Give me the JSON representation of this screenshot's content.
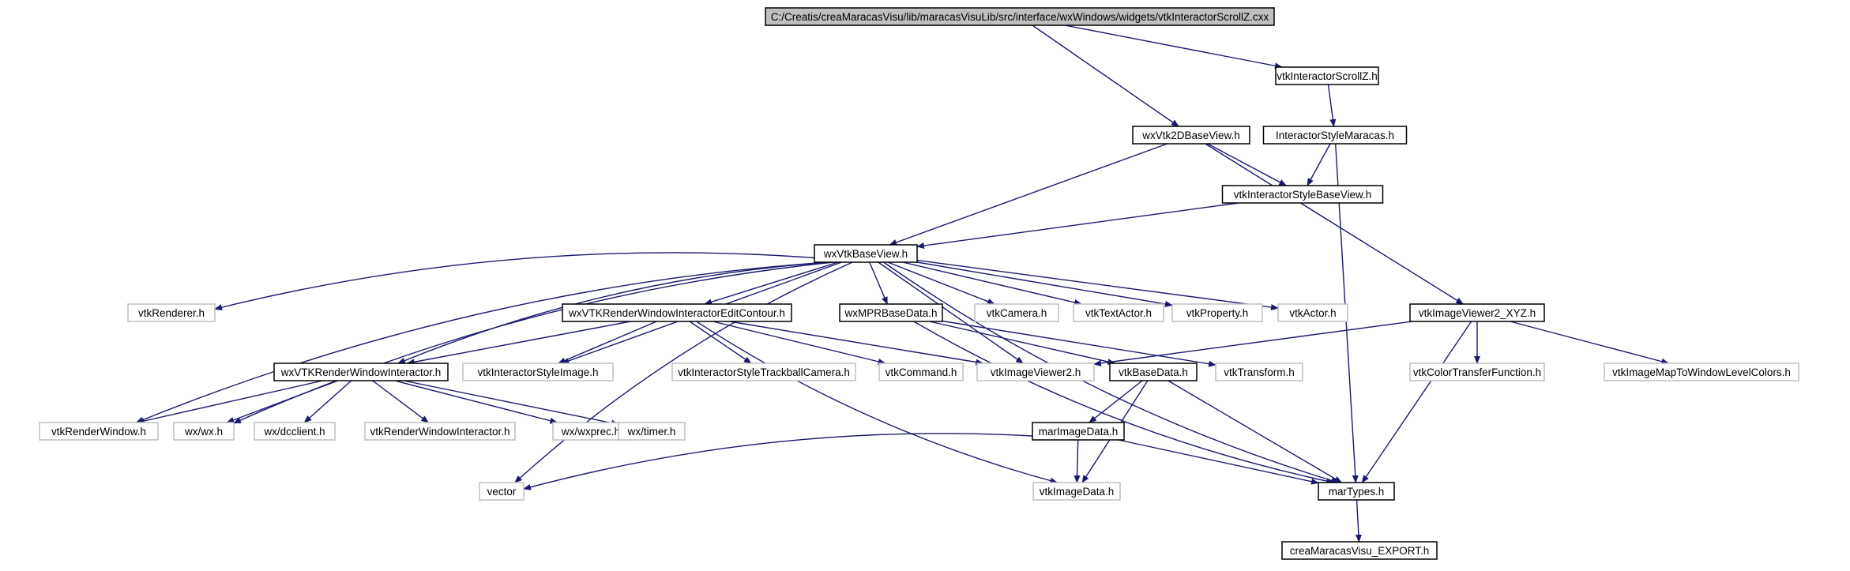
{
  "graph": {
    "edge_color": "#191970",
    "nodes": [
      {
        "id": "root",
        "label": "C:/Creatis/creaMaracasVisu/lib/maracasVisuLib/src/interface/wxWindows/widgets/vtkInteractorScrollZ.cxx",
        "kind": "root"
      },
      {
        "id": "scrollz",
        "label": "vtkInteractorScrollZ.h",
        "kind": "file"
      },
      {
        "id": "wxvtk2d",
        "label": "wxVtk2DBaseView.h",
        "kind": "file"
      },
      {
        "id": "ismaracas",
        "label": "InteractorStyleMaracas.h",
        "kind": "file"
      },
      {
        "id": "isbase",
        "label": "vtkInteractorStyleBaseView.h",
        "kind": "file"
      },
      {
        "id": "wxvtkbase",
        "label": "wxVtkBaseView.h",
        "kind": "file"
      },
      {
        "id": "renderer",
        "label": "vtkRenderer.h",
        "kind": "missing"
      },
      {
        "id": "editcontour",
        "label": "wxVTKRenderWindowInteractorEditContour.h",
        "kind": "file"
      },
      {
        "id": "mprbase",
        "label": "wxMPRBaseData.h",
        "kind": "file"
      },
      {
        "id": "camera",
        "label": "vtkCamera.h",
        "kind": "missing"
      },
      {
        "id": "textactor",
        "label": "vtkTextActor.h",
        "kind": "missing"
      },
      {
        "id": "property",
        "label": "vtkProperty.h",
        "kind": "missing"
      },
      {
        "id": "actor",
        "label": "vtkActor.h",
        "kind": "missing"
      },
      {
        "id": "viewerxyz",
        "label": "vtkImageViewer2_XYZ.h",
        "kind": "file"
      },
      {
        "id": "rwinteractor",
        "label": "wxVTKRenderWindowInteractor.h",
        "kind": "file"
      },
      {
        "id": "isimage",
        "label": "vtkInteractorStyleImage.h",
        "kind": "missing"
      },
      {
        "id": "trackball",
        "label": "vtkInteractorStyleTrackballCamera.h",
        "kind": "missing"
      },
      {
        "id": "command",
        "label": "vtkCommand.h",
        "kind": "missing"
      },
      {
        "id": "viewer2",
        "label": "vtkImageViewer2.h",
        "kind": "missing"
      },
      {
        "id": "basedata",
        "label": "vtkBaseData.h",
        "kind": "file"
      },
      {
        "id": "transform",
        "label": "vtkTransform.h",
        "kind": "missing"
      },
      {
        "id": "colortf",
        "label": "vtkColorTransferFunction.h",
        "kind": "missing"
      },
      {
        "id": "maptowl",
        "label": "vtkImageMapToWindowLevelColors.h",
        "kind": "missing"
      },
      {
        "id": "renderwindow",
        "label": "vtkRenderWindow.h",
        "kind": "missing"
      },
      {
        "id": "wxwx",
        "label": "wx/wx.h",
        "kind": "missing"
      },
      {
        "id": "dcclient",
        "label": "wx/dcclient.h",
        "kind": "missing"
      },
      {
        "id": "rwi",
        "label": "vtkRenderWindowInteractor.h",
        "kind": "missing"
      },
      {
        "id": "wxprec",
        "label": "wx/wxprec.h",
        "kind": "missing"
      },
      {
        "id": "timer",
        "label": "wx/timer.h",
        "kind": "missing"
      },
      {
        "id": "marimagedata",
        "label": "marImageData.h",
        "kind": "file"
      },
      {
        "id": "vector",
        "label": "vector",
        "kind": "missing"
      },
      {
        "id": "imagedata",
        "label": "vtkImageData.h",
        "kind": "missing"
      },
      {
        "id": "martypes",
        "label": "marTypes.h",
        "kind": "file"
      },
      {
        "id": "export",
        "label": "creaMaracasVisu_EXPORT.h",
        "kind": "file"
      }
    ],
    "edges": [
      [
        "root",
        "wxvtk2d"
      ],
      [
        "root",
        "scrollz"
      ],
      [
        "scrollz",
        "ismaracas"
      ],
      [
        "wxvtk2d",
        "wxvtkbase"
      ],
      [
        "wxvtk2d",
        "isbase"
      ],
      [
        "wxvtk2d",
        "viewerxyz"
      ],
      [
        "ismaracas",
        "isbase"
      ],
      [
        "ismaracas",
        "martypes"
      ],
      [
        "isbase",
        "wxvtkbase"
      ],
      [
        "wxvtkbase",
        "renderer"
      ],
      [
        "wxvtkbase",
        "editcontour"
      ],
      [
        "wxvtkbase",
        "mprbase"
      ],
      [
        "wxvtkbase",
        "camera"
      ],
      [
        "wxvtkbase",
        "textactor"
      ],
      [
        "wxvtkbase",
        "property"
      ],
      [
        "wxvtkbase",
        "actor"
      ],
      [
        "wxvtkbase",
        "martypes"
      ],
      [
        "wxvtkbase",
        "vector"
      ],
      [
        "wxvtkbase",
        "renderwindow"
      ],
      [
        "wxvtkbase",
        "wxwx"
      ],
      [
        "wxvtkbase",
        "rwinteractor"
      ],
      [
        "wxvtkbase",
        "isimage"
      ],
      [
        "wxvtkbase",
        "viewer2"
      ],
      [
        "editcontour",
        "rwinteractor"
      ],
      [
        "editcontour",
        "isimage"
      ],
      [
        "editcontour",
        "trackball"
      ],
      [
        "editcontour",
        "command"
      ],
      [
        "editcontour",
        "viewer2"
      ],
      [
        "editcontour",
        "imagedata"
      ],
      [
        "mprbase",
        "basedata"
      ],
      [
        "mprbase",
        "transform"
      ],
      [
        "mprbase",
        "martypes"
      ],
      [
        "viewerxyz",
        "viewer2"
      ],
      [
        "viewerxyz",
        "colortf"
      ],
      [
        "viewerxyz",
        "maptowl"
      ],
      [
        "viewerxyz",
        "martypes"
      ],
      [
        "rwinteractor",
        "renderwindow"
      ],
      [
        "rwinteractor",
        "wxwx"
      ],
      [
        "rwinteractor",
        "dcclient"
      ],
      [
        "rwinteractor",
        "rwi"
      ],
      [
        "rwinteractor",
        "wxprec"
      ],
      [
        "rwinteractor",
        "timer"
      ],
      [
        "basedata",
        "marimagedata"
      ],
      [
        "basedata",
        "imagedata"
      ],
      [
        "basedata",
        "martypes"
      ],
      [
        "marimagedata",
        "vector"
      ],
      [
        "marimagedata",
        "imagedata"
      ],
      [
        "marimagedata",
        "martypes"
      ],
      [
        "martypes",
        "export"
      ]
    ]
  }
}
